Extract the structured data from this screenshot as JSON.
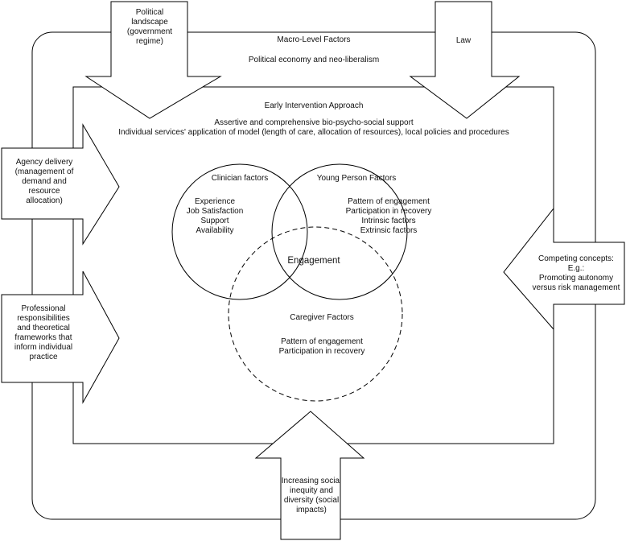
{
  "macro": {
    "title": "Macro-Level Factors",
    "subtitle": "Political economy and neo-liberalism"
  },
  "ei": {
    "title": "Early Intervention Approach",
    "line1": "Assertive and comprehensive bio-psycho-social support",
    "line2": "Individual services' application of model (length of care, allocation of resources), local policies and procedures"
  },
  "arrows": {
    "political": [
      "Political",
      "landscape",
      "(government",
      "regime)"
    ],
    "law": [
      "Law"
    ],
    "agency": [
      "Agency delivery",
      "(management of",
      "demand and",
      "resource",
      "allocation)"
    ],
    "professional": [
      "Professional",
      "responsibilities",
      "and theoretical",
      "frameworks that",
      "inform individual",
      "practice"
    ],
    "competing": [
      "Competing concepts:",
      "E.g.:",
      "Promoting autonomy",
      "versus risk management"
    ],
    "social": [
      "Increasing social",
      "inequity and",
      "diversity (social",
      "impacts)"
    ]
  },
  "clinician": {
    "title": "Clinician factors",
    "items": [
      "Experience",
      "Job Satisfaction",
      "Support",
      "Availability"
    ]
  },
  "young": {
    "title": "Young Person Factors",
    "items": [
      "Pattern of engagement",
      "Participation in recovery",
      "Intrinsic factors",
      "Extrinsic factors"
    ]
  },
  "caregiver": {
    "title": "Caregiver Factors",
    "items": [
      "Pattern of engagement",
      "Participation in recovery"
    ]
  },
  "center": {
    "label": "Engagement"
  }
}
